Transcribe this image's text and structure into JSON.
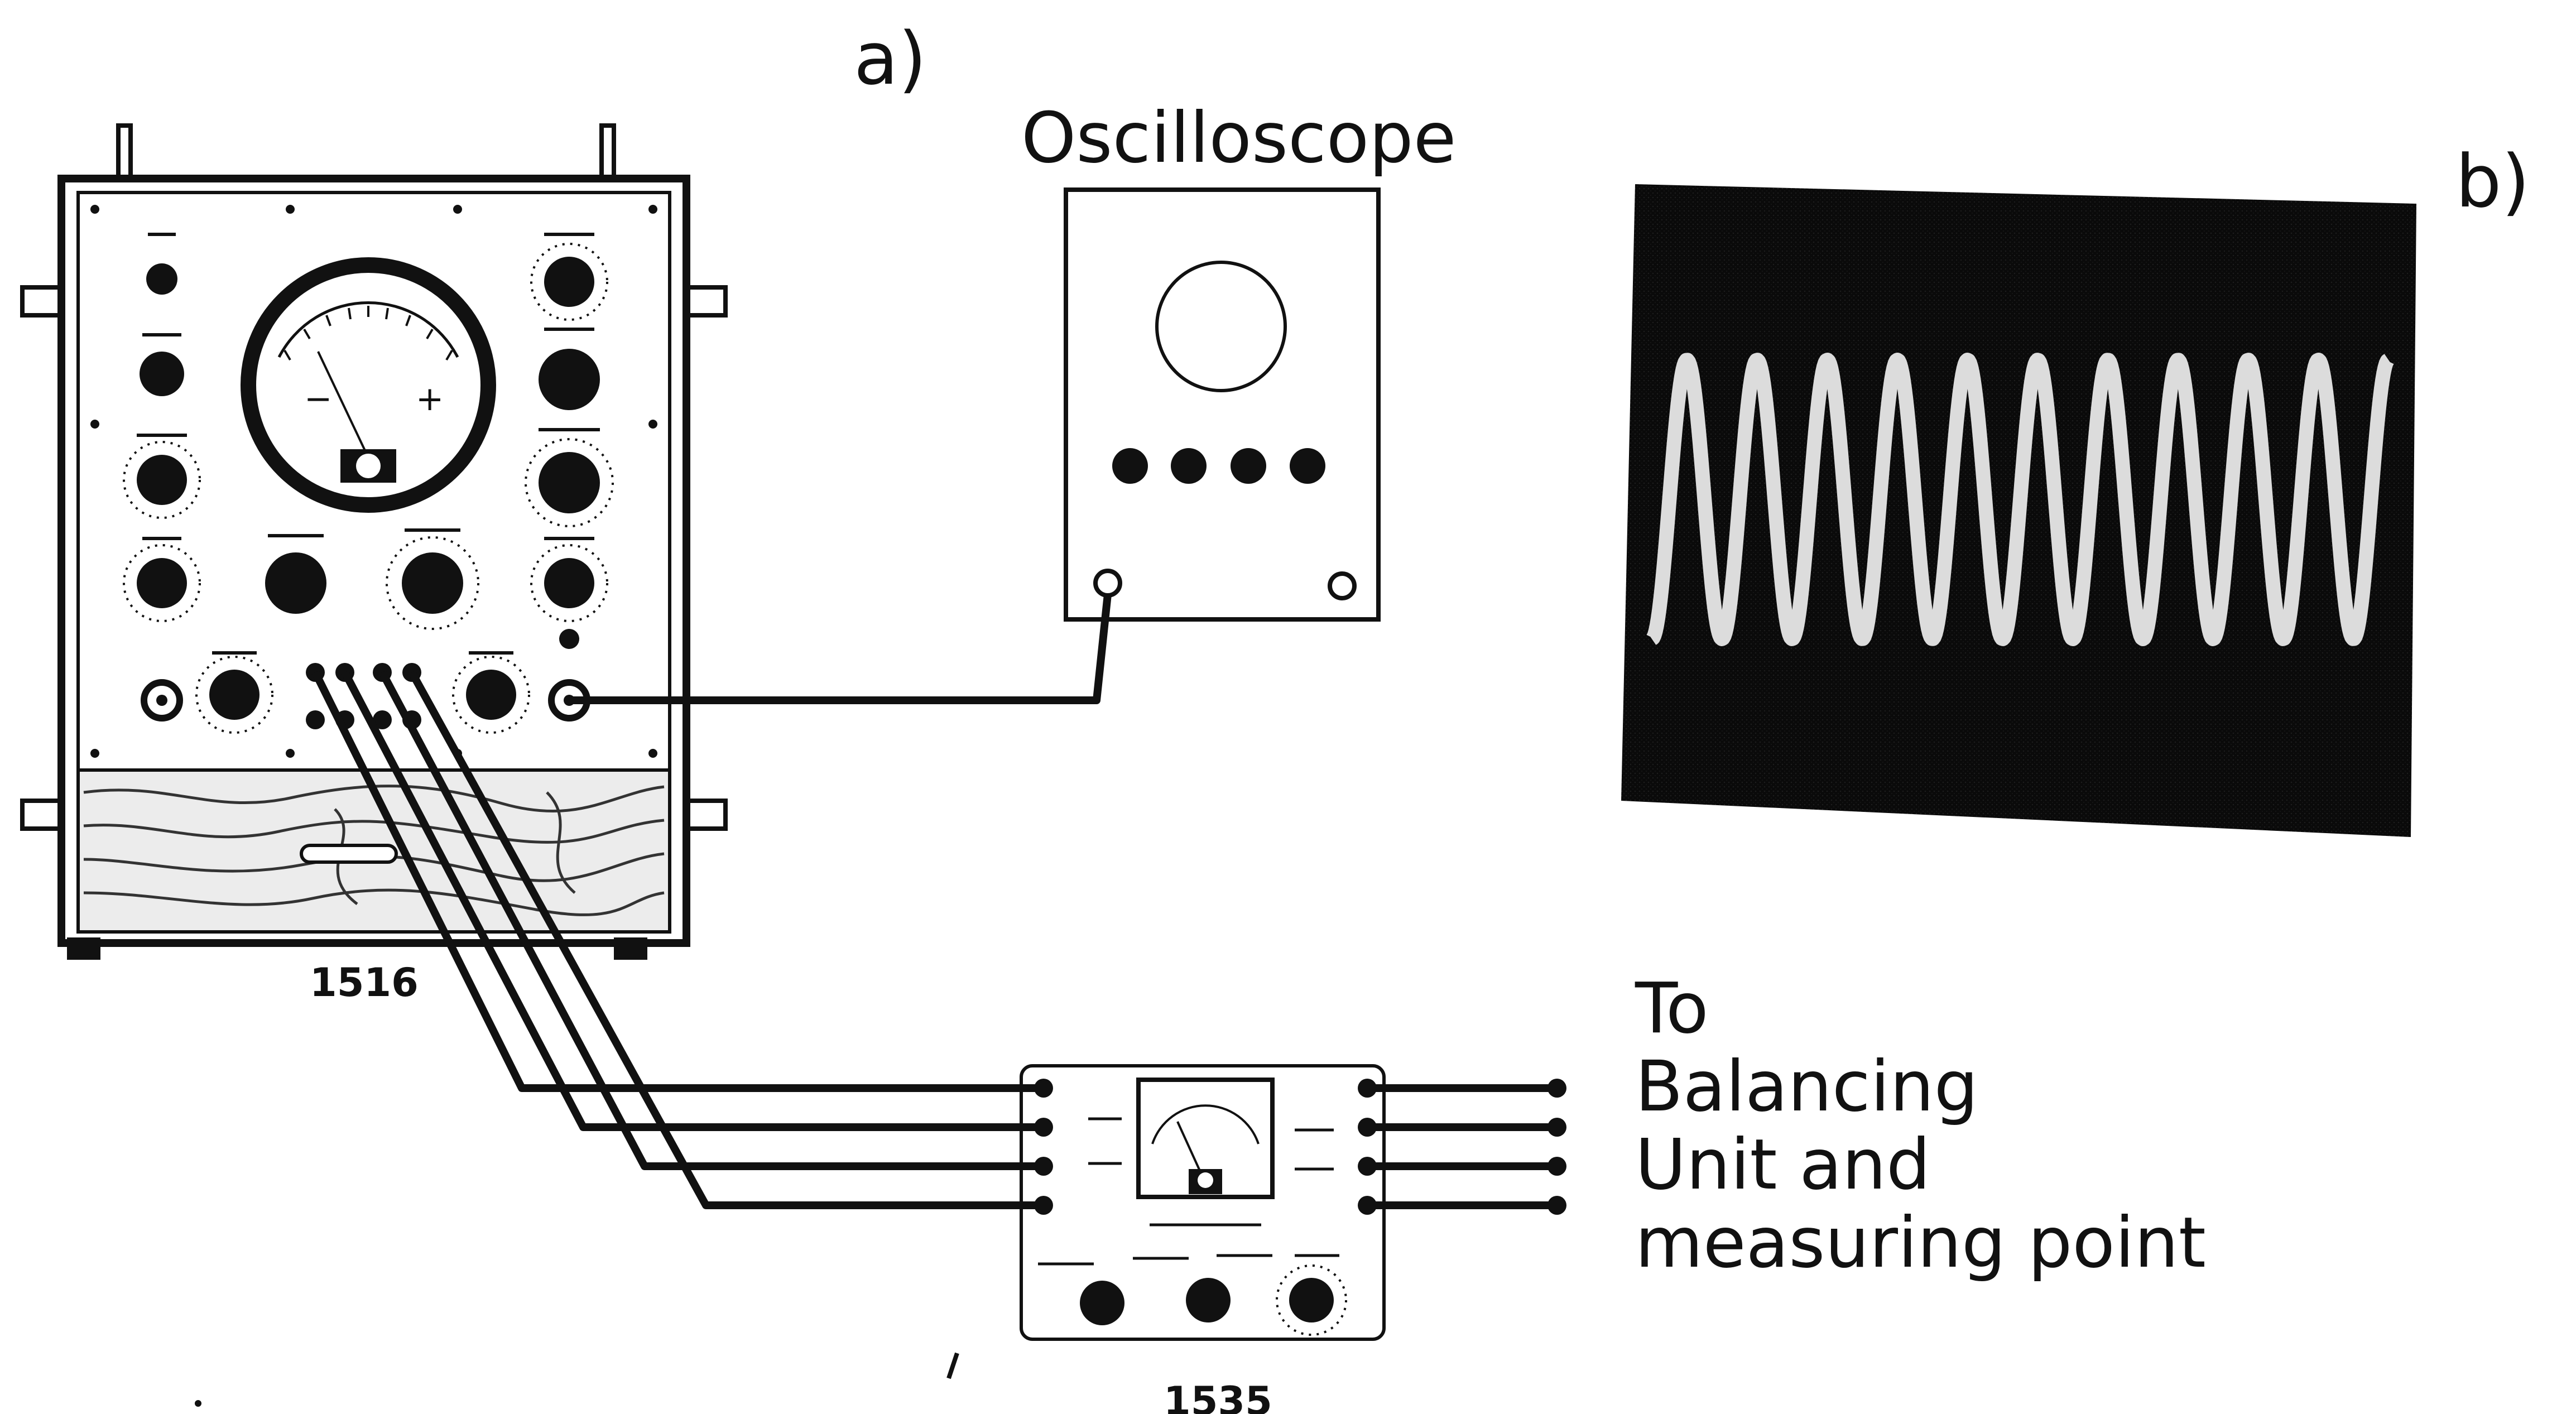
{
  "panel_labels": {
    "a": "a)",
    "b": "b)"
  },
  "oscilloscope": {
    "title": "Oscilloscope"
  },
  "generator": {
    "model": "1516"
  },
  "coupler": {
    "model": "1535"
  },
  "destination": {
    "lines": [
      "To",
      "Balancing",
      "Unit and",
      "measuring point"
    ]
  },
  "colors": {
    "ink": "#111111",
    "screen": "#0a0a0a",
    "trace": "#dcdcdc",
    "panel": "#ffffff",
    "wood": "#ececec"
  },
  "icons": [
    "meter-icon",
    "knob-icon",
    "terminal-icon",
    "cable-icon"
  ],
  "trace": {
    "cycles": 10.5
  }
}
